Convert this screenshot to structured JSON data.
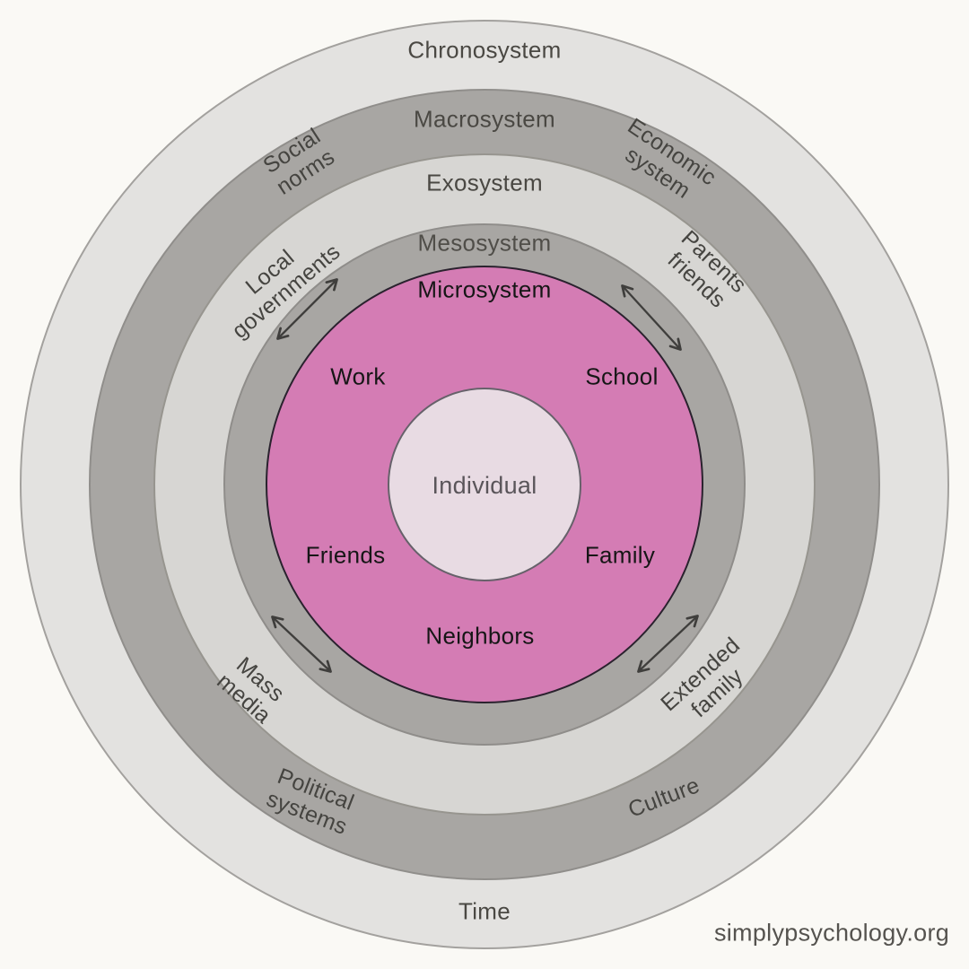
{
  "diagram": {
    "chronosystem": "Chronosystem",
    "macrosystem": "Macrosystem",
    "exosystem": "Exosystem",
    "mesosystem": "Mesosystem",
    "microsystem": "Microsystem",
    "individual": "Individual",
    "time": "Time",
    "macrosystem_items": {
      "social_norms": "Social\nnorms",
      "economic_system": "Economic\nsystem",
      "political_systems": "Political\nsystems",
      "culture": "Culture"
    },
    "exosystem_items": {
      "local_governments": "Local\ngovernments",
      "parents_friends": "Parents\nfriends",
      "mass_media": "Mass\nmedia",
      "extended_family": "Extended\nfamily"
    },
    "microsystem_items": {
      "work": "Work",
      "school": "School",
      "friends": "Friends",
      "family": "Family",
      "neighbors": "Neighbors"
    }
  },
  "footer": {
    "brand": "simplypsychology.org"
  },
  "colors": {
    "background": "#faf9f5",
    "chronosystem_ring": "#e3e2e0",
    "macrosystem_ring": "#a8a6a3",
    "exosystem_ring": "#d7d6d3",
    "mesosystem_ring": "#a8a6a3",
    "microsystem_pink": "#d47cb4",
    "individual_pink": "#e8dbe3",
    "microsystem_border": "#2a222e",
    "arrow": "#3f3e3c",
    "text_gray": "#4a4843",
    "text_black": "#161616"
  }
}
